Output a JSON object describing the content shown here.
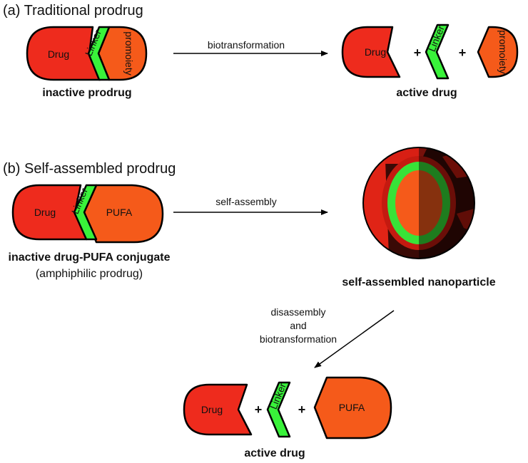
{
  "section_a": {
    "title": "(a) Traditional prodrug",
    "prodrug_caption": "inactive prodrug",
    "arrow_label": "biotransformation",
    "product_caption": "active drug"
  },
  "section_b": {
    "title": "(b) Self-assembled prodrug",
    "conjugate_caption_line1": "inactive drug-PUFA conjugate",
    "conjugate_caption_line2": "(amphiphilic prodrug)",
    "arrow_label": "self-assembly",
    "nanoparticle_caption": "self-assembled nanoparticle",
    "arrow2_label_line1": "disassembly",
    "arrow2_label_line2": "and",
    "arrow2_label_line3": "biotransformation",
    "product_caption": "active drug"
  },
  "parts": {
    "drug": "Drug",
    "linker": "Linker",
    "promoiety": "promoiety",
    "pufa": "PUFA",
    "plus": "+"
  },
  "colors": {
    "drug": "#ee2b1d",
    "linker": "#39f23a",
    "promoiety": "#f55a1a",
    "nanoparticle_dark": "#3a0a06",
    "nanoparticle_red": "#d81f14"
  }
}
